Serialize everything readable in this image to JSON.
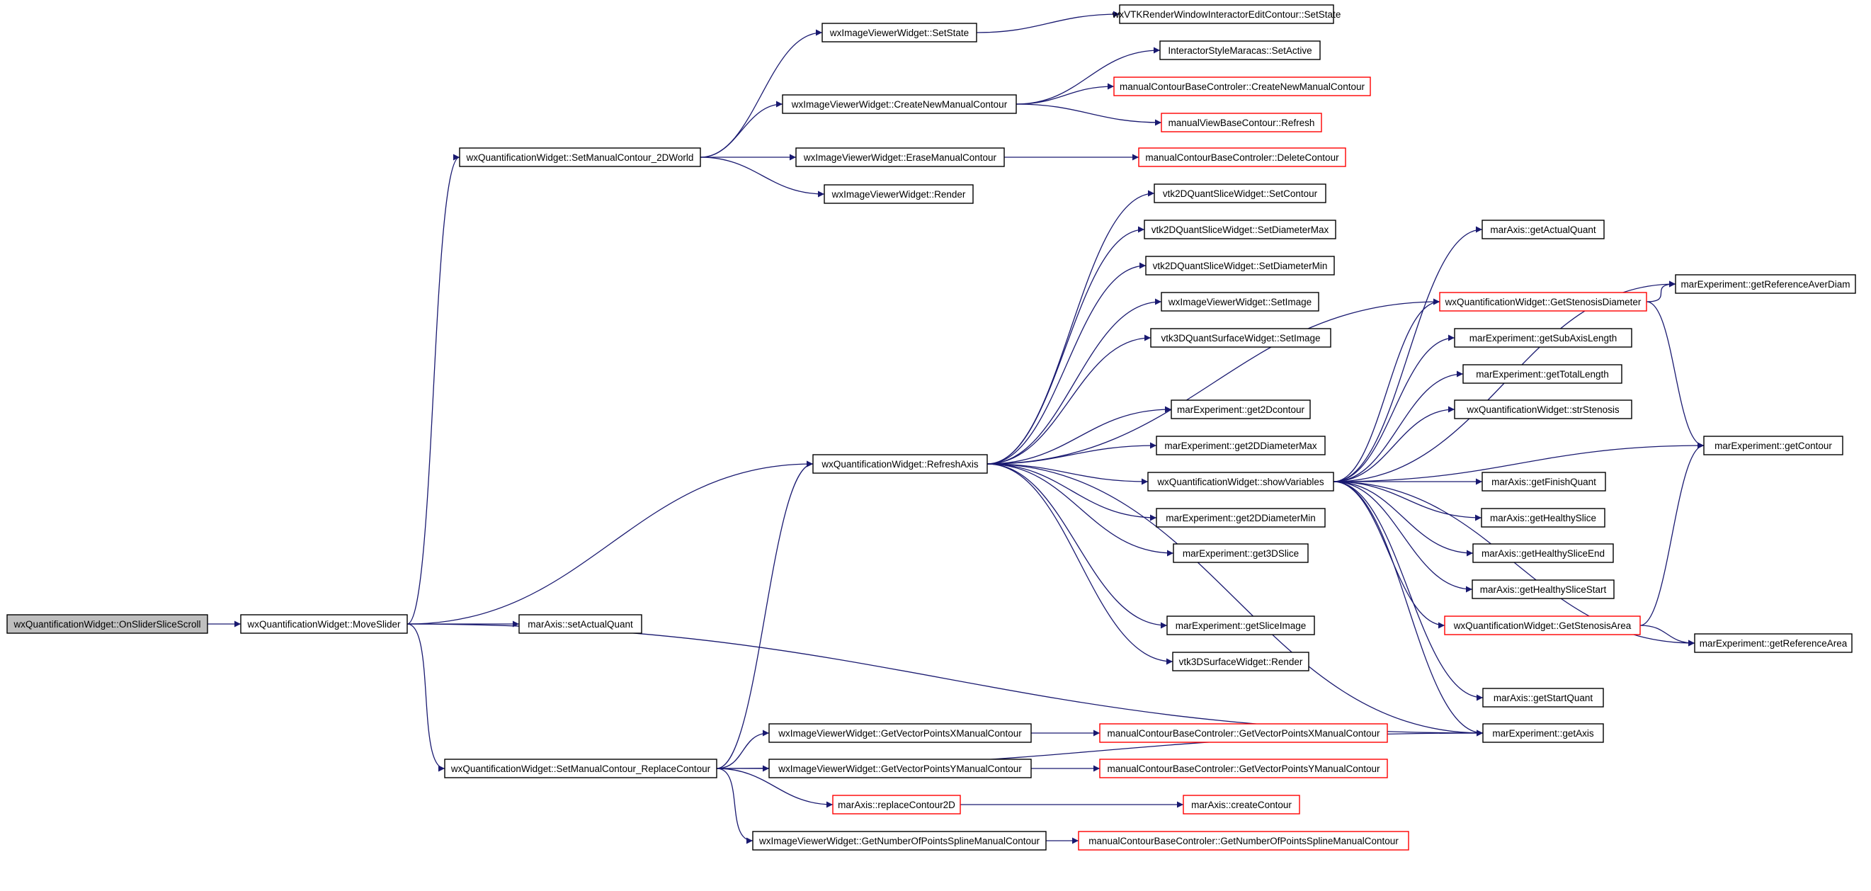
{
  "colors": {
    "edge": "#191970",
    "node_border": "#000000",
    "truncated_border": "#ff0000",
    "root_fill": "#bfbfbf",
    "node_fill": "#ffffff"
  },
  "nodes": [
    {
      "id": "root",
      "label": "wxQuantificationWidget::OnSliderSliceScroll",
      "root": true
    },
    {
      "id": "move",
      "label": "wxQuantificationWidget::MoveSlider"
    },
    {
      "id": "smc2d",
      "label": "wxQuantificationWidget::SetManualContour_2DWorld"
    },
    {
      "id": "refresh",
      "label": "wxQuantificationWidget::RefreshAxis"
    },
    {
      "id": "setactq",
      "label": "marAxis::setActualQuant"
    },
    {
      "id": "smcrep",
      "label": "wxQuantificationWidget::SetManualContour_ReplaceContour"
    },
    {
      "id": "iv_setstate",
      "label": "wxImageViewerWidget::SetState"
    },
    {
      "id": "iv_create",
      "label": "wxImageViewerWidget::CreateNewManualContour"
    },
    {
      "id": "iv_erase",
      "label": "wxImageViewerWidget::EraseManualContour"
    },
    {
      "id": "iv_render",
      "label": "wxImageViewerWidget::Render"
    },
    {
      "id": "vtk_setstate",
      "label": "wxVTKRenderWindowInteractorEditContour::SetState"
    },
    {
      "id": "ism_setactive",
      "label": "InteractorStyleMaracas::SetActive"
    },
    {
      "id": "mcbc_create",
      "label": "manualContourBaseControler::CreateNewManualContour",
      "truncated": true
    },
    {
      "id": "mvbc_refresh",
      "label": "manualViewBaseContour::Refresh",
      "truncated": true
    },
    {
      "id": "mcbc_delete",
      "label": "manualContourBaseControler::DeleteContour",
      "truncated": true
    },
    {
      "id": "v2d_setcontour",
      "label": "vtk2DQuantSliceWidget::SetContour"
    },
    {
      "id": "v2d_setdmax",
      "label": "vtk2DQuantSliceWidget::SetDiameterMax"
    },
    {
      "id": "v2d_setdmin",
      "label": "vtk2DQuantSliceWidget::SetDiameterMin"
    },
    {
      "id": "iv_setimage",
      "label": "wxImageViewerWidget::SetImage"
    },
    {
      "id": "v3d_setimage",
      "label": "vtk3DQuantSurfaceWidget::SetImage"
    },
    {
      "id": "me_get2dcontour",
      "label": "marExperiment::get2Dcontour"
    },
    {
      "id": "me_get2ddmax",
      "label": "marExperiment::get2DDiameterMax"
    },
    {
      "id": "showvars",
      "label": "wxQuantificationWidget::showVariables"
    },
    {
      "id": "me_get2ddmin",
      "label": "marExperiment::get2DDiameterMin"
    },
    {
      "id": "me_get3dslice",
      "label": "marExperiment::get3DSlice"
    },
    {
      "id": "me_getsliceimage",
      "label": "marExperiment::getSliceImage"
    },
    {
      "id": "v3ds_render",
      "label": "vtk3DSurfaceWidget::Render"
    },
    {
      "id": "ma_getactq",
      "label": "marAxis::getActualQuant"
    },
    {
      "id": "getstendiam",
      "label": "wxQuantificationWidget::GetStenosisDiameter",
      "truncated": true
    },
    {
      "id": "me_getsublen",
      "label": "marExperiment::getSubAxisLength"
    },
    {
      "id": "me_gettotlen",
      "label": "marExperiment::getTotalLength"
    },
    {
      "id": "strsten",
      "label": "wxQuantificationWidget::strStenosis"
    },
    {
      "id": "ma_getfinq",
      "label": "marAxis::getFinishQuant"
    },
    {
      "id": "ma_gethealthy",
      "label": "marAxis::getHealthySlice"
    },
    {
      "id": "ma_gethealthyend",
      "label": "marAxis::getHealthySliceEnd"
    },
    {
      "id": "ma_gethealthystart",
      "label": "marAxis::getHealthySliceStart"
    },
    {
      "id": "getstenarea",
      "label": "wxQuantificationWidget::GetStenosisArea",
      "truncated": true
    },
    {
      "id": "ma_getstartq",
      "label": "marAxis::getStartQuant"
    },
    {
      "id": "me_getaxis",
      "label": "marExperiment::getAxis"
    },
    {
      "id": "me_getrefaverdiam",
      "label": "marExperiment::getReferenceAverDiam"
    },
    {
      "id": "me_getcontour",
      "label": "marExperiment::getContour"
    },
    {
      "id": "me_getrefarea",
      "label": "marExperiment::getReferenceArea"
    },
    {
      "id": "iv_getvx",
      "label": "wxImageViewerWidget::GetVectorPointsXManualContour"
    },
    {
      "id": "iv_getvy",
      "label": "wxImageViewerWidget::GetVectorPointsYManualContour"
    },
    {
      "id": "ma_replace2d",
      "label": "marAxis::replaceContour2D",
      "truncated": true
    },
    {
      "id": "iv_getnum",
      "label": "wxImageViewerWidget::GetNumberOfPointsSplineManualContour"
    },
    {
      "id": "mcbc_getvx",
      "label": "manualContourBaseControler::GetVectorPointsXManualContour",
      "truncated": true
    },
    {
      "id": "mcbc_getvy",
      "label": "manualContourBaseControler::GetVectorPointsYManualContour",
      "truncated": true
    },
    {
      "id": "ma_createcontour",
      "label": "marAxis::createContour",
      "truncated": true
    },
    {
      "id": "mcbc_getnum",
      "label": "manualContourBaseControler::GetNumberOfPointsSplineManualContour",
      "truncated": true
    }
  ],
  "edges": [
    [
      "root",
      "move"
    ],
    [
      "move",
      "smc2d"
    ],
    [
      "move",
      "refresh"
    ],
    [
      "move",
      "setactq"
    ],
    [
      "move",
      "smcrep"
    ],
    [
      "move",
      "me_getaxis"
    ],
    [
      "smc2d",
      "iv_setstate"
    ],
    [
      "smc2d",
      "iv_create"
    ],
    [
      "smc2d",
      "iv_erase"
    ],
    [
      "smc2d",
      "iv_render"
    ],
    [
      "iv_setstate",
      "vtk_setstate"
    ],
    [
      "iv_create",
      "ism_setactive"
    ],
    [
      "iv_create",
      "mcbc_create"
    ],
    [
      "iv_create",
      "mvbc_refresh"
    ],
    [
      "iv_erase",
      "mcbc_delete"
    ],
    [
      "refresh",
      "v2d_setcontour"
    ],
    [
      "refresh",
      "v2d_setdmax"
    ],
    [
      "refresh",
      "v2d_setdmin"
    ],
    [
      "refresh",
      "iv_setimage"
    ],
    [
      "refresh",
      "v3d_setimage"
    ],
    [
      "refresh",
      "me_get2dcontour"
    ],
    [
      "refresh",
      "me_get2ddmax"
    ],
    [
      "refresh",
      "showvars"
    ],
    [
      "refresh",
      "me_get2ddmin"
    ],
    [
      "refresh",
      "me_get3dslice"
    ],
    [
      "refresh",
      "me_getsliceimage"
    ],
    [
      "refresh",
      "v3ds_render"
    ],
    [
      "refresh",
      "getstendiam"
    ],
    [
      "refresh",
      "me_getaxis"
    ],
    [
      "showvars",
      "ma_getactq"
    ],
    [
      "showvars",
      "getstendiam"
    ],
    [
      "showvars",
      "me_getsublen"
    ],
    [
      "showvars",
      "me_gettotlen"
    ],
    [
      "showvars",
      "strsten"
    ],
    [
      "showvars",
      "me_getcontour"
    ],
    [
      "showvars",
      "ma_getfinq"
    ],
    [
      "showvars",
      "ma_gethealthy"
    ],
    [
      "showvars",
      "ma_gethealthyend"
    ],
    [
      "showvars",
      "ma_gethealthystart"
    ],
    [
      "showvars",
      "getstenarea"
    ],
    [
      "showvars",
      "me_getrefarea"
    ],
    [
      "showvars",
      "ma_getstartq"
    ],
    [
      "showvars",
      "me_getaxis"
    ],
    [
      "showvars",
      "me_getrefaverdiam"
    ],
    [
      "getstendiam",
      "me_getrefaverdiam"
    ],
    [
      "getstendiam",
      "me_getcontour"
    ],
    [
      "getstenarea",
      "me_getrefarea"
    ],
    [
      "getstenarea",
      "me_getcontour"
    ],
    [
      "smcrep",
      "refresh"
    ],
    [
      "smcrep",
      "iv_getvx"
    ],
    [
      "smcrep",
      "iv_getvy"
    ],
    [
      "smcrep",
      "ma_replace2d"
    ],
    [
      "smcrep",
      "iv_getnum"
    ],
    [
      "smcrep",
      "me_getaxis"
    ],
    [
      "iv_getvx",
      "mcbc_getvx"
    ],
    [
      "iv_getvy",
      "mcbc_getvy"
    ],
    [
      "ma_replace2d",
      "ma_createcontour"
    ],
    [
      "iv_getnum",
      "mcbc_getnum"
    ]
  ]
}
